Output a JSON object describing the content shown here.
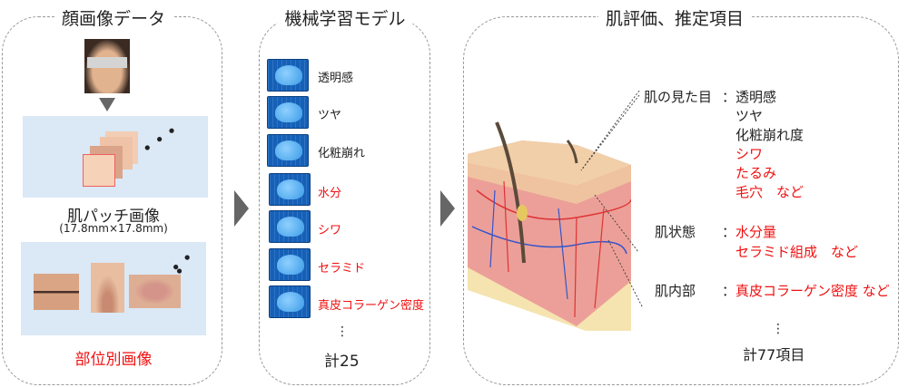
{
  "panel1": {
    "title": "顔画像データ",
    "patch_label": "肌パッチ画像",
    "patch_size": "(17.8mm×17.8mm)",
    "region_label": "部位別画像"
  },
  "panel2": {
    "title": "機械学習モデル",
    "models": [
      {
        "label": "透明感",
        "color": "#222222"
      },
      {
        "label": "ツヤ",
        "color": "#222222"
      },
      {
        "label": "化粧崩れ",
        "color": "#222222"
      },
      {
        "label": "水分",
        "color": "#f01010"
      },
      {
        "label": "シワ",
        "color": "#f01010"
      },
      {
        "label": "セラミド",
        "color": "#f01010"
      },
      {
        "label": "真皮コラーゲン密度",
        "color": "#f01010"
      }
    ],
    "ellipsis": "⋮",
    "total": "計25"
  },
  "panel3": {
    "title": "肌評価、推定項目",
    "appearance": {
      "label": "肌の見た目",
      "colon": "：",
      "items": [
        "透明感",
        "ツヤ",
        "化粧崩れ度"
      ],
      "red_items": [
        "シワ",
        "たるみ",
        "毛穴　など"
      ]
    },
    "condition": {
      "label": "肌状態",
      "colon": "：",
      "items": [
        "水分量",
        "セラミド組成　など"
      ]
    },
    "interior": {
      "label": "肌内部",
      "colon": "：",
      "items": [
        "真皮コラーゲン密度 など"
      ]
    },
    "ellipsis": "⋮",
    "total": "計77項目"
  }
}
